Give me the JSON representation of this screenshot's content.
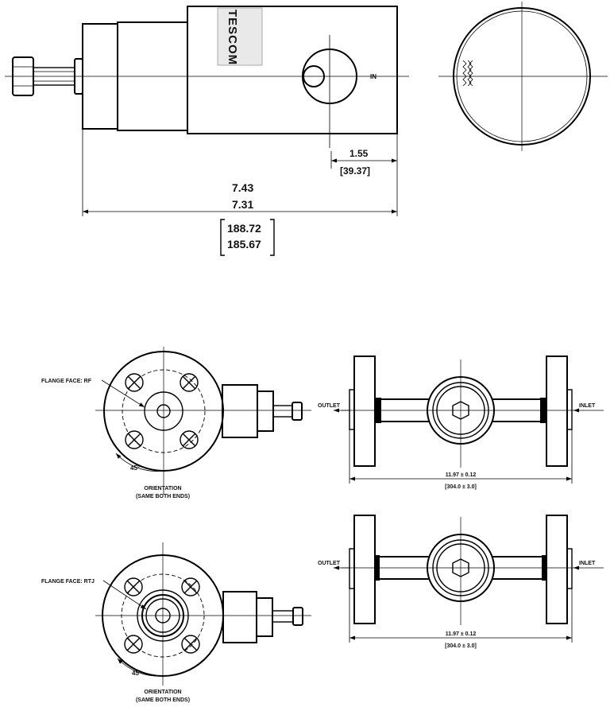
{
  "logo": {
    "text": "TESCOM"
  },
  "top_view": {
    "inlet_mark": "IN",
    "dim_port": {
      "value": "1.55",
      "metric": "[39.37]"
    },
    "dim_length": {
      "max": "7.43",
      "min": "7.31",
      "metric_max": "188.72",
      "metric_min": "185.67"
    }
  },
  "assembly_rf": {
    "flange_label": "FLANGE FACE: RF",
    "angle": "45°",
    "orientation_line1": "ORIENTATION",
    "orientation_line2": "(SAME BOTH ENDS)",
    "outlet": "OUTLET",
    "inlet": "INLET",
    "dim_line1": "11.97 ± 0.12",
    "dim_line2": "[304.0 ± 3.0]"
  },
  "assembly_rtj": {
    "flange_label": "FLANGE FACE: RTJ",
    "angle": "45°",
    "orientation_line1": "ORIENTATION",
    "orientation_line2": "(SAME BOTH ENDS)",
    "outlet": "OUTLET",
    "inlet": "INLET",
    "dim_line1": "11.97 ± 0.12",
    "dim_line2": "[304.0 ± 3.0]"
  }
}
